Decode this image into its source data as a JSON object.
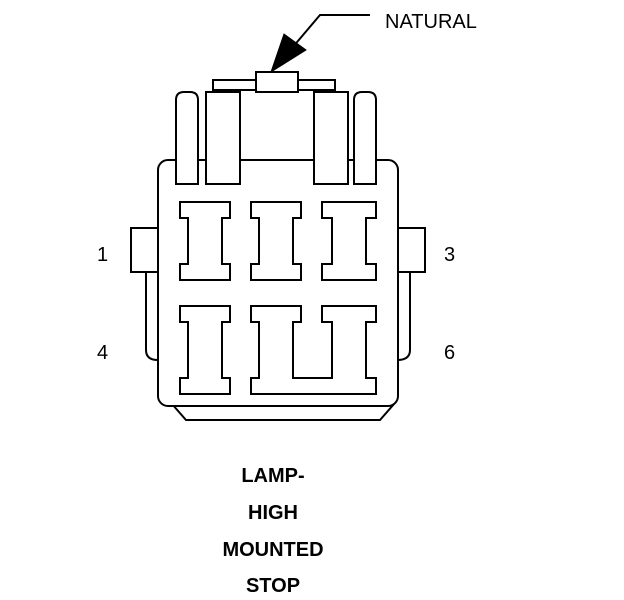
{
  "callout": {
    "label": "NATURAL"
  },
  "pins": {
    "p1": "1",
    "p3": "3",
    "p4": "4",
    "p6": "6"
  },
  "caption": {
    "lines": [
      "LAMP-",
      "HIGH",
      "MOUNTED",
      "STOP"
    ]
  },
  "colors": {
    "ink": "#000000",
    "paper": "#ffffff"
  }
}
